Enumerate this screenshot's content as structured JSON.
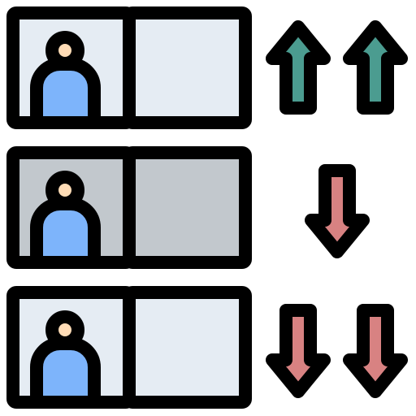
{
  "colors": {
    "outline": "#000000",
    "light_panel": "#e5ecf3",
    "gray_panel": "#c2c8cd",
    "skin": "#ffdcb6",
    "shirt": "#7db4fb",
    "up_arrow": "#4b9c90",
    "down_arrow": "#d88282",
    "background": "#ffffff"
  },
  "rows": [
    {
      "panel": "light_panel",
      "arrows": [
        "up",
        "up"
      ]
    },
    {
      "panel": "gray_panel",
      "arrows": [
        "down"
      ]
    },
    {
      "panel": "light_panel",
      "arrows": [
        "down",
        "down"
      ]
    }
  ]
}
